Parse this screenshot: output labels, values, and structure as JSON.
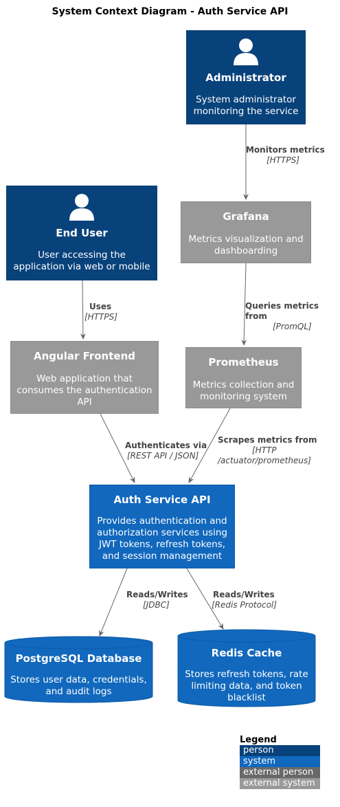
{
  "title": "System Context Diagram - Auth Service API",
  "nodes": {
    "admin": {
      "name": "Administrator",
      "desc": [
        "System administrator",
        "monitoring the service"
      ],
      "icon": "person-icon"
    },
    "enduser": {
      "name": "End User",
      "desc": [
        "User accessing the",
        "application via web or mobile"
      ],
      "icon": "person-icon"
    },
    "grafana": {
      "name": "Grafana",
      "desc": [
        "Metrics visualization and",
        "dashboarding"
      ]
    },
    "angular": {
      "name": "Angular Frontend",
      "desc": [
        "Web application that",
        "consumes the authentication",
        "API"
      ]
    },
    "prometheus": {
      "name": "Prometheus",
      "desc": [
        "Metrics collection and",
        "monitoring system"
      ]
    },
    "auth": {
      "name": "Auth Service API",
      "desc": [
        "Provides authentication and",
        "authorization services using",
        "JWT tokens, refresh tokens,",
        "and session management"
      ]
    },
    "postgres": {
      "name": "PostgreSQL Database",
      "desc": [
        "Stores user data, credentials,",
        "and audit logs"
      ]
    },
    "redis": {
      "name": "Redis Cache",
      "desc": [
        "Stores refresh tokens, rate",
        "limiting data, and token",
        "blacklist"
      ]
    }
  },
  "connections": {
    "admin_grafana": {
      "label": "Monitors metrics",
      "tech": [
        "[HTTPS]"
      ]
    },
    "enduser_angular": {
      "label": "Uses",
      "tech": [
        "[HTTPS]"
      ]
    },
    "grafana_prometheus": {
      "label": "Queries metrics from",
      "tech": [
        "[PromQL]"
      ]
    },
    "angular_auth": {
      "label": "Authenticates via",
      "tech": [
        "[REST API / JSON]"
      ]
    },
    "prometheus_auth": {
      "label": "Scrapes metrics from",
      "tech": [
        "[HTTP",
        "/actuator/prometheus]"
      ]
    },
    "auth_postgres": {
      "label": "Reads/Writes",
      "tech": [
        "[JDBC]"
      ]
    },
    "auth_redis": {
      "label": "Reads/Writes",
      "tech": [
        "[Redis Protocol]"
      ]
    }
  },
  "legend": {
    "title": "Legend",
    "items": [
      {
        "label": "person",
        "color": "#08427b"
      },
      {
        "label": "system",
        "color": "#1168bd"
      },
      {
        "label": "external person",
        "color": "#686868"
      },
      {
        "label": "external system",
        "color": "#999999"
      }
    ]
  }
}
